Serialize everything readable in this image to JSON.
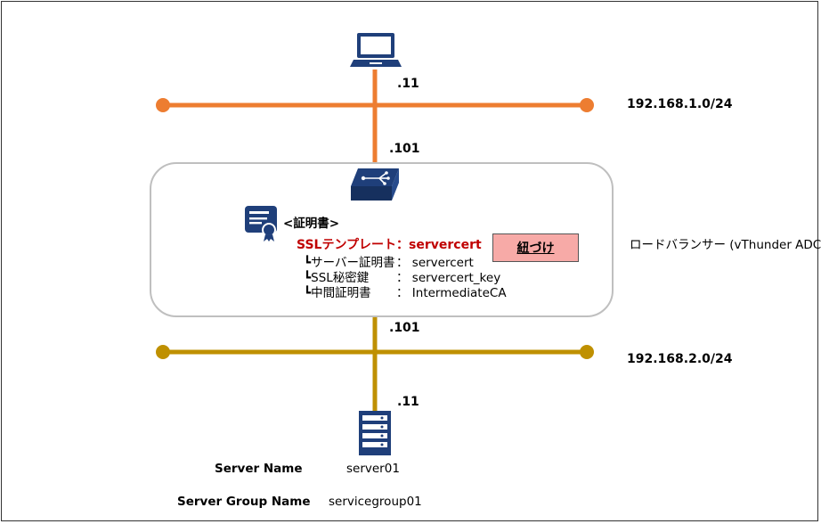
{
  "networks": {
    "top": {
      "label": "192.168.1.0/24",
      "color": "#ed7d31"
    },
    "bottom": {
      "label": "192.168.2.0/24",
      "color": "#bf9000"
    }
  },
  "addresses": {
    "client": ".11",
    "adc_top": ".101",
    "adc_bottom": ".101",
    "server": ".11"
  },
  "adc": {
    "label": "ロードバランサー (vThunder ADC)",
    "cert_label": "<証明書>",
    "ssl_template_title": "SSLテンプレート：servercert",
    "ssl_lines": [
      {
        "key": "┗サーバー証明書",
        "value": "：  servercert"
      },
      {
        "key": "┗SSL秘密鍵",
        "value": "：  servercert_key"
      },
      {
        "key": "┗中間証明書",
        "value": "：  IntermediateCA"
      }
    ],
    "tie_button": "紐づけ"
  },
  "server": {
    "name_label": "Server Name",
    "name_value": "server01",
    "group_label": "Server Group Name",
    "group_value": "servicegroup01"
  },
  "icons": {
    "client": "laptop-icon",
    "adc": "switch-icon",
    "cert": "certificate-icon",
    "server": "server-icon",
    "icon_color": "#1f3f7a"
  }
}
